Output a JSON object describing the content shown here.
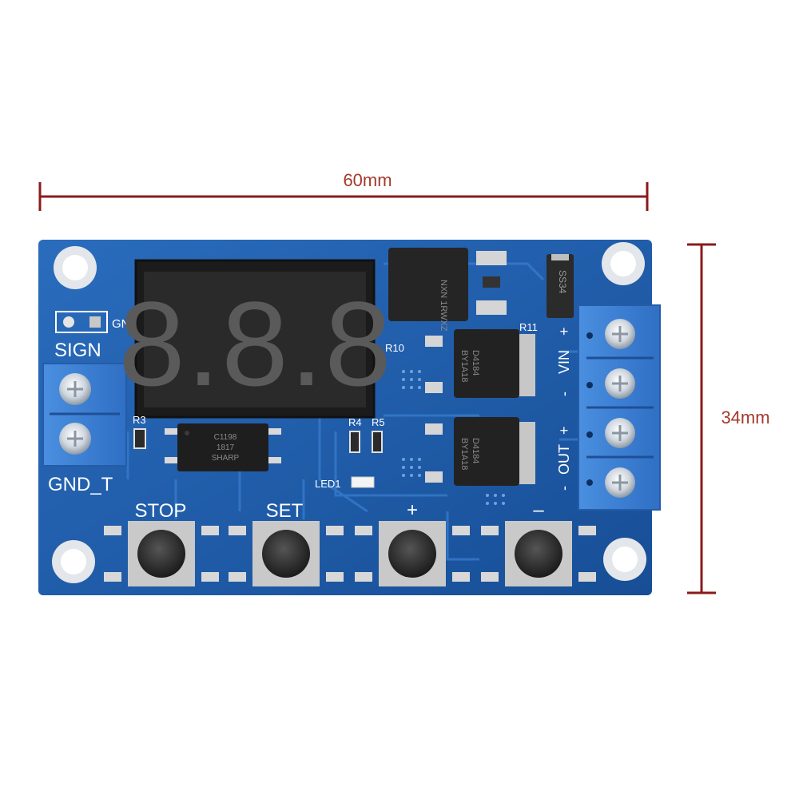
{
  "dimensions": {
    "width_label": "60mm",
    "height_label": "34mm",
    "dimension_line_color": "#8b1a1a"
  },
  "board": {
    "pcb_color": "#1f5aa6",
    "display_digits": "8.8.8",
    "labels": {
      "gnd_top": "GND",
      "sign": "SIGN",
      "gnd_t": "GND_T",
      "r3": "R3",
      "r4": "R4",
      "r5": "R5",
      "r10": "R10",
      "r11": "R11",
      "led1": "LED1",
      "plus": "+",
      "minus": "–"
    },
    "terminal_labels": {
      "vin": "VIN",
      "out": "OUT",
      "vin_plus": "+",
      "vin_minus": "-",
      "out_plus": "+",
      "out_minus": "-"
    },
    "buttons": [
      {
        "label": "STOP"
      },
      {
        "label": "SET"
      },
      {
        "label": ""
      },
      {
        "label": ""
      }
    ],
    "chip_markings": {
      "regulator": "NXN 1RWXZ",
      "diode": "SS34",
      "mosfet_1_line1": "D4184",
      "mosfet_1_line2": "BY1A18",
      "mosfet_2_line1": "D4184",
      "mosfet_2_line2": "BY1A18",
      "optocoupler_line1": "C1198",
      "optocoupler_line2": "1817",
      "optocoupler_line3": "SHARP"
    }
  }
}
